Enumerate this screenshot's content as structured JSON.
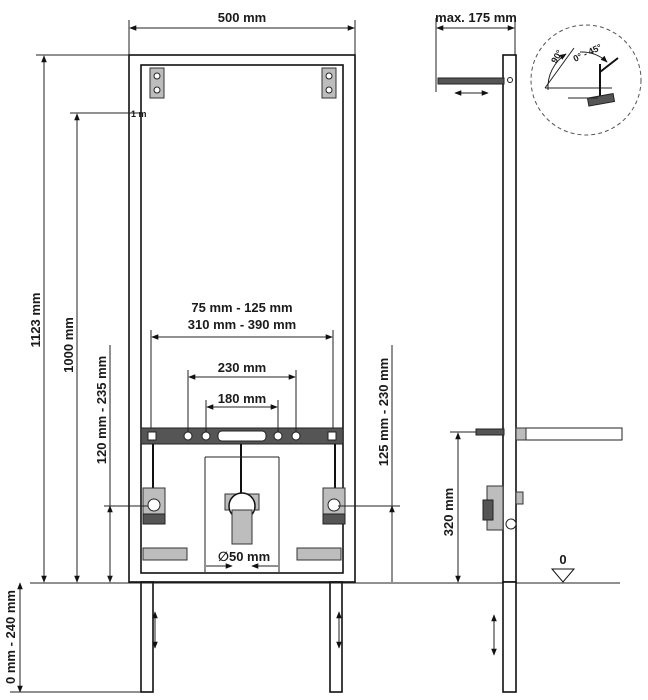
{
  "dimensions": {
    "width_top": "500 mm",
    "depth_max": "max. 175 mm",
    "total_height": "1123 mm",
    "frame_height": "1000 mm",
    "fixing_range_a": "75 mm - 125 mm",
    "fixing_range_b": "310 mm - 390 mm",
    "stud_spacing_outer": "230 mm",
    "stud_spacing_inner": "180 mm",
    "supply_height_left": "120 mm - 235 mm",
    "supply_height_right": "125 mm - 230 mm",
    "drain_diameter": "∅50 mm",
    "foot_range": "0 mm - 240 mm",
    "side_height": "320 mm",
    "floor_level": "0",
    "marker_1m": "1 m"
  },
  "detail": {
    "angle_90": "90°",
    "angle_0_45": "0° - 45°"
  }
}
